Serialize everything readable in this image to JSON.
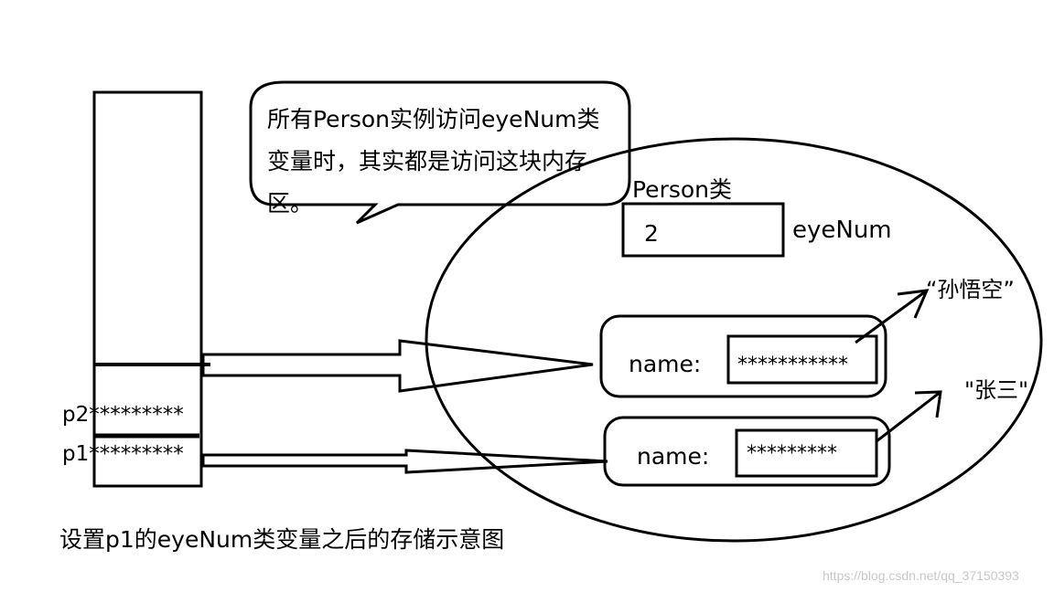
{
  "diagram": {
    "stack": {
      "p2_label": "p2*********",
      "p1_label": "p1*********"
    },
    "callout": {
      "text": "所有Person实例访问eyeNum类变量时，其实都是访问这块内存区。"
    },
    "heap": {
      "class_label": "Person类",
      "class_var_value": "2",
      "class_var_name": "eyeNum",
      "objects": [
        {
          "field_label": "name:",
          "field_value": "***********",
          "target_string": "“孙悟空”"
        },
        {
          "field_label": "name:",
          "field_value": "*********",
          "target_string": "\"张三\""
        }
      ]
    },
    "caption": "设置p1的eyeNum类变量之后的存储示意图",
    "watermark": "https://blog.csdn.net/qq_37150393",
    "colors": {
      "ink": "#000000",
      "background": "#ffffff",
      "watermark": "#c8c8c8"
    }
  }
}
